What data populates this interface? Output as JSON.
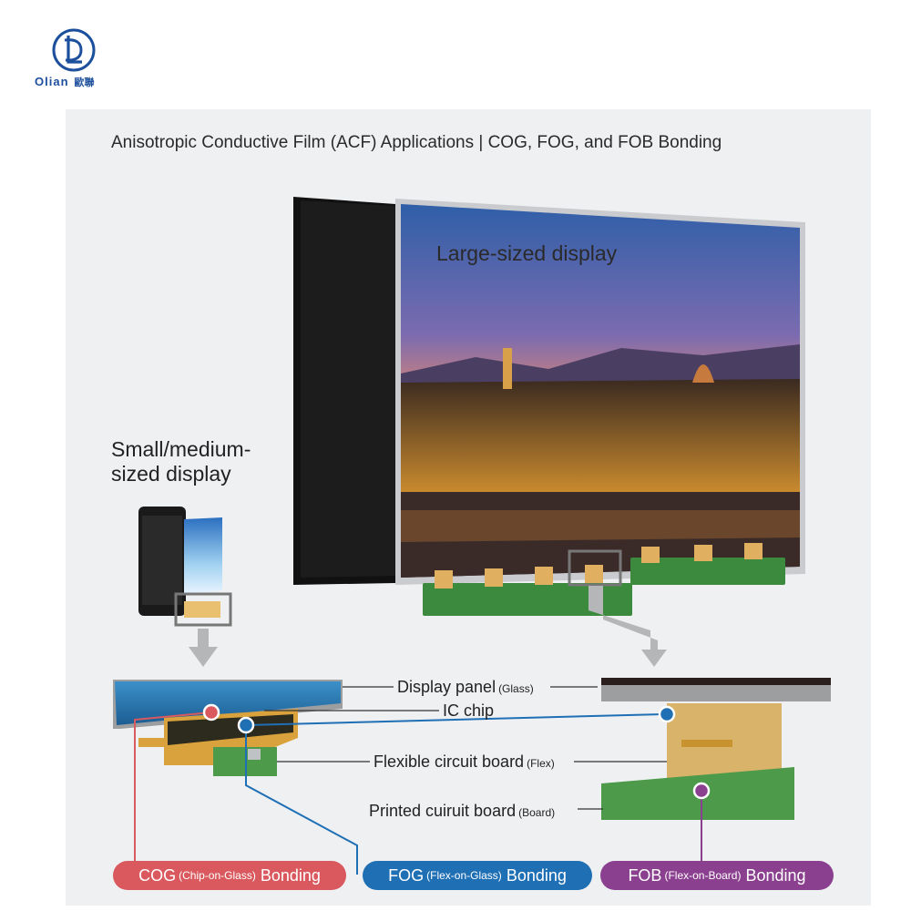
{
  "brand": {
    "name": "Olian",
    "name_cn": "歐聯"
  },
  "title": "Anisotropic Conductive Film (ACF) Applications | COG, FOG, and FOB Bonding",
  "labels": {
    "large_display": "Large-sized display",
    "small_display_line1": "Small/medium-",
    "small_display_line2": "sized display"
  },
  "callouts": {
    "display_panel": "Display panel",
    "display_panel_sub": "(Glass)",
    "ic_chip": "IC chip",
    "flex": "Flexible circuit board",
    "flex_sub": "(Flex)",
    "pcb": "Printed cuiruit board",
    "pcb_sub": "(Board)"
  },
  "bonding": [
    {
      "abbr": "COG",
      "detail": "(Chip-on-Glass)",
      "word": "Bonding",
      "color": "#d9595e"
    },
    {
      "abbr": "FOG",
      "detail": "(Flex-on-Glass)",
      "word": "Bonding",
      "color": "#1f6fb5"
    },
    {
      "abbr": "FOB",
      "detail": "(Flex-on-Board)",
      "word": "Bonding",
      "color": "#8a3f8f"
    }
  ],
  "colors": {
    "brand_blue": "#1c4f9c",
    "panel_bg": "#eef0f2"
  }
}
